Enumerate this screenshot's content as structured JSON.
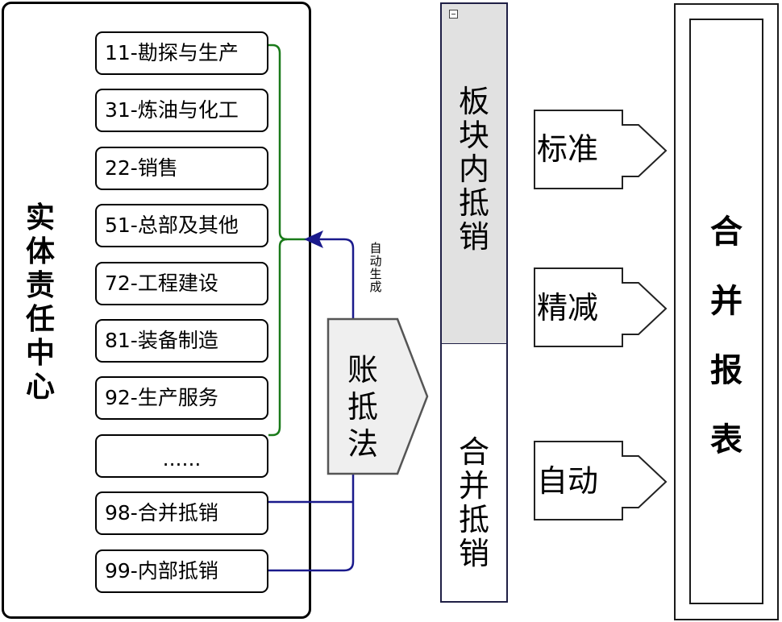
{
  "left_panel": {
    "title": "实体责任中心",
    "items": [
      "11-勘探与生产",
      "31-炼油与化工",
      "22-销售",
      "51-总部及其他",
      "72-工程建设",
      "81-装备制造",
      "92-生产服务",
      "......",
      "98-合并抵销",
      "99-内部抵销"
    ]
  },
  "connector": {
    "auto_label": "自动生成",
    "method_label": "账抵法"
  },
  "middle_column": {
    "top_label": "板块内抵销",
    "bottom_label": "合并抵销"
  },
  "arrows": [
    "标准",
    "精减",
    "自动"
  ],
  "result": {
    "label": "合并报表"
  },
  "colors": {
    "green_line": "#1a7a1a",
    "blue_line": "#1a1a8c",
    "shape_fill": "#efefef",
    "column_fill": "#e1e1e1"
  }
}
